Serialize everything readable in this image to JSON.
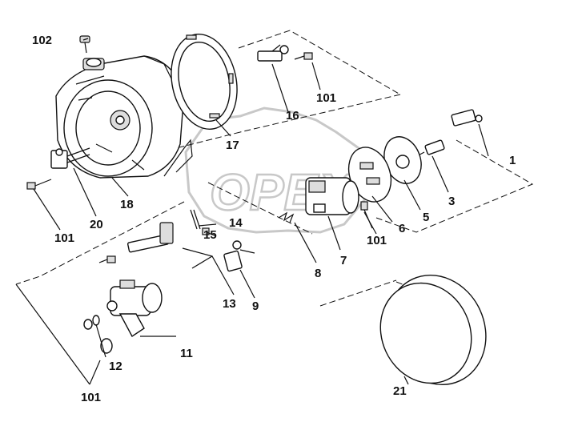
{
  "watermark": "OPEX",
  "callouts": {
    "c1": "1",
    "c3": "3",
    "c5": "5",
    "c6": "6",
    "c7": "7",
    "c8": "8",
    "c9": "9",
    "c11": "11",
    "c12": "12",
    "c13": "13",
    "c14": "14",
    "c15": "15",
    "c16": "16",
    "c17": "17",
    "c18": "18",
    "c20": "20",
    "c21": "21",
    "c101a": "101",
    "c101b": "101",
    "c101c": "101",
    "c101d": "101",
    "c102": "102"
  }
}
